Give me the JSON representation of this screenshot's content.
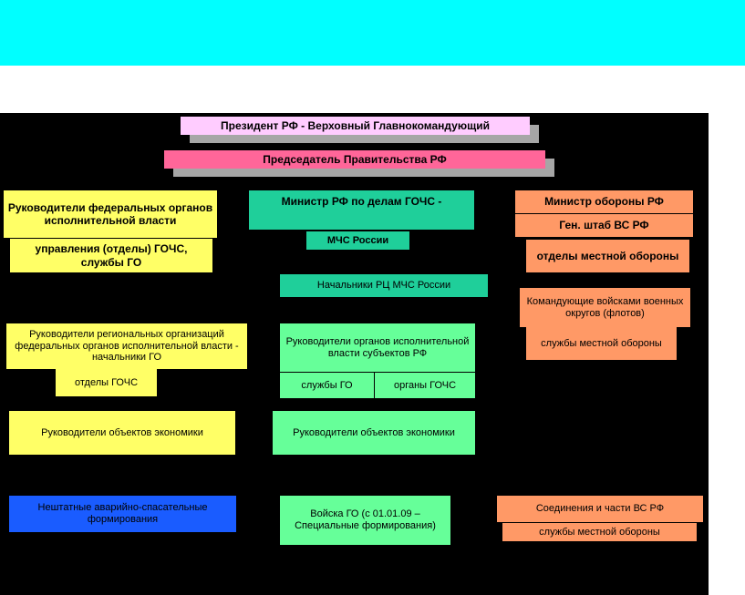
{
  "colors": {
    "top_band": "#00ffff",
    "background": "#000000",
    "president": "#ffccff",
    "chairman": "#ff6699",
    "federal_column": "#ffff66",
    "emercom_header": "#1fcf9a",
    "emercom_column": "#66ff99",
    "defense_column": "#ff9966",
    "nonstaff": "#1a5cff"
  },
  "top": {
    "president": "Президент РФ - Верховный Главнокомандующий",
    "chairman": "Председатель Правительства РФ"
  },
  "left_column": {
    "federal_heads": "Руководители федеральных органов исполнительной власти",
    "gochs_departments": "управления (отделы) ГОЧС, службы ГО",
    "regional_heads": "Руководители региональных организаций федеральных органов исполнительной власти - начальники ГО",
    "gochs_sections": "отделы ГОЧС",
    "economy_heads": "Руководители  объектов экономики",
    "nonstaff_units": "Нештатные аварийно-спасательные формирования"
  },
  "middle_column": {
    "minister_emercom": "Министр РФ по делам ГОЧС -",
    "emercom": "МЧС России",
    "rc_heads": "Начальники РЦ  МЧС России",
    "subject_heads": "Руководители органов исполнительной власти субъектов РФ",
    "go_services": "службы  ГО",
    "gochs_bodies": "органы ГОЧС",
    "economy_heads": "Руководители  объектов экономики",
    "go_troops": "Войска ГО (с 01.01.09 – Специальные формирования)"
  },
  "right_column": {
    "minister_defense": "Министр обороны РФ",
    "general_staff": "Ген. штаб ВС РФ",
    "local_defense_depts": "отделы местной обороны",
    "district_commanders": "Командующие войсками военных округов (флотов)",
    "local_defense_services": "службы местной обороны",
    "armed_forces_units": "Соединения и части ВС РФ",
    "local_defense_services_2": "службы местной обороны"
  }
}
